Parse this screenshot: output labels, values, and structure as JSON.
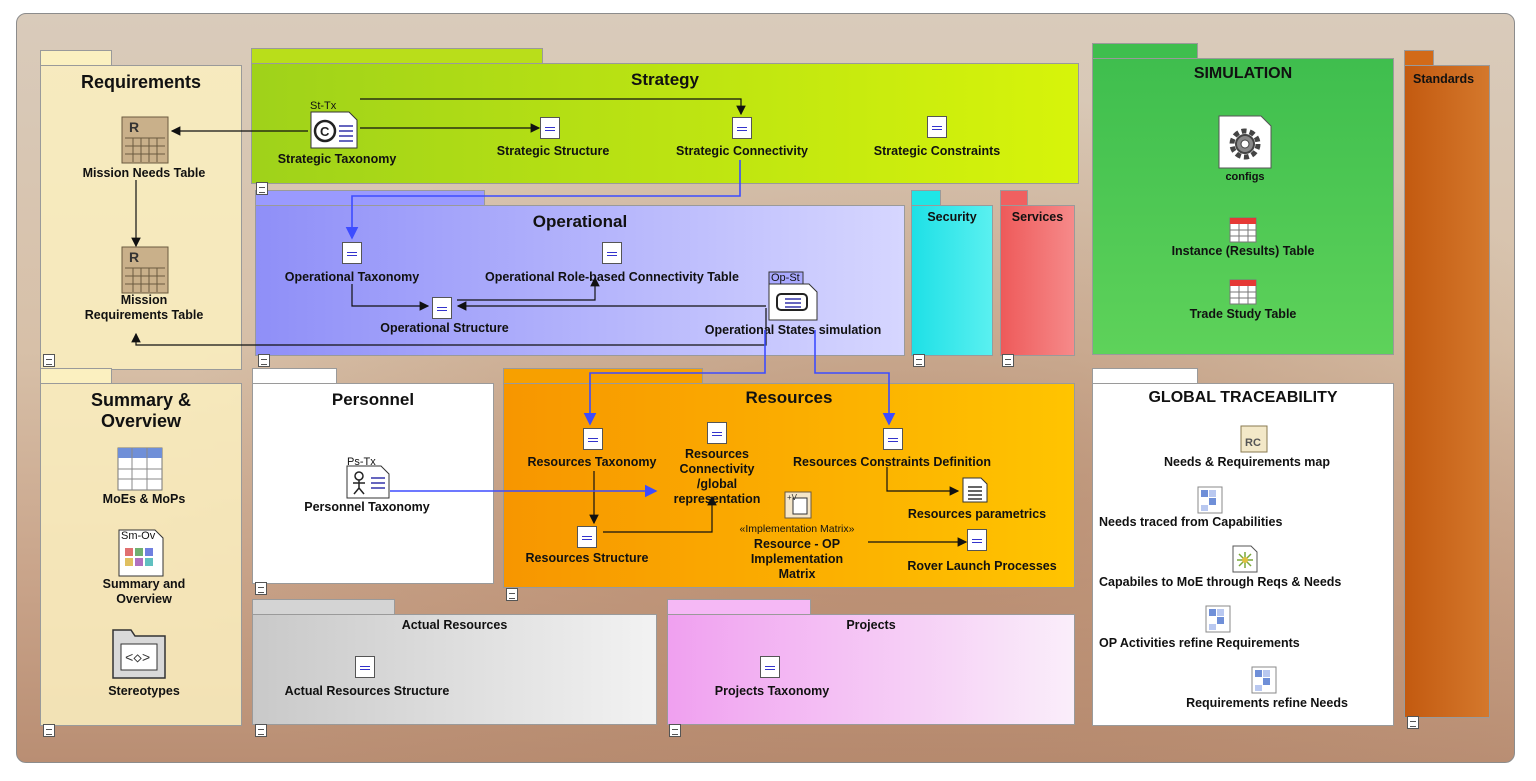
{
  "packages": {
    "requirements": {
      "title": "Requirements"
    },
    "strategy": {
      "title": "Strategy"
    },
    "operational": {
      "title": "Operational"
    },
    "security": {
      "title": "Security"
    },
    "services": {
      "title": "Services"
    },
    "simulation": {
      "title": "SIMULATION"
    },
    "standards": {
      "title": "Standards"
    },
    "summary": {
      "title_line1": "Summary &",
      "title_line2": "Overview"
    },
    "personnel": {
      "title": "Personnel"
    },
    "resources": {
      "title": "Resources"
    },
    "global": {
      "title": "GLOBAL TRACEABILITY"
    },
    "actual": {
      "title": "Actual Resources"
    },
    "projects": {
      "title": "Projects"
    }
  },
  "items": {
    "mission_needs": "Mission Needs Table",
    "mission_req_1": "Mission",
    "mission_req_2": "Requirements Table",
    "st_tx_code": "St-Tx",
    "strategic_taxonomy": "Strategic Taxonomy",
    "strategic_structure": "Strategic Structure",
    "strategic_connectivity": "Strategic Connectivity",
    "strategic_constraints": "Strategic Constraints",
    "operational_taxonomy": "Operational Taxonomy",
    "operational_role": "Operational Role-based Connectivity Table",
    "operational_structure": "Operational Structure",
    "op_st_code": "Op-St",
    "operational_states": "Operational States simulation",
    "configs": "configs",
    "instance_table": "Instance (Results) Table",
    "trade_study": "Trade Study Table",
    "moes": "MoEs & MoPs",
    "sm_ov_code": "Sm-Ov",
    "summary_overview_1": "Summary and",
    "summary_overview_2": "Overview",
    "stereotypes": "Stereotypes",
    "ps_tx_code": "Ps-Tx",
    "personnel_taxonomy": "Personnel Taxonomy",
    "resources_taxonomy": "Resources Taxonomy",
    "resources_connectivity_1": "Resources",
    "resources_connectivity_2": "Connectivity",
    "resources_connectivity_3": "/global",
    "resources_connectivity_4": "representation",
    "resources_constraints": "Resources Constraints Definition",
    "resources_parametrics": "Resources parametrics",
    "resources_structure": "Resources Structure",
    "impl_stereo": "«Implementation Matrix»",
    "impl_1": "Resource - OP",
    "impl_2": "Implementation",
    "impl_3": "Matrix",
    "rover_launch": "Rover Launch Processes",
    "needs_req_map": "Needs & Requirements map",
    "needs_traced": "Needs traced from Capabilities",
    "capabilities_moe": "Capabiles to MoE through Reqs & Needs",
    "op_activities": "OP Activities refine Requirements",
    "req_refine": "Requirements refine Needs",
    "actual_structure": "Actual Resources Structure",
    "projects_taxonomy": "Projects Taxonomy"
  },
  "colors": {
    "strategy": "#c8e61e",
    "operational": "#a7a7ff",
    "security": "#1ee6e6",
    "services": "#f07070",
    "simulation": "#4cc85a",
    "standards": "#d26a18",
    "resources": "#ffa500",
    "requirements": "#fbf0c0",
    "arrow_black": "#111111",
    "arrow_blue": "#3d4cff"
  }
}
